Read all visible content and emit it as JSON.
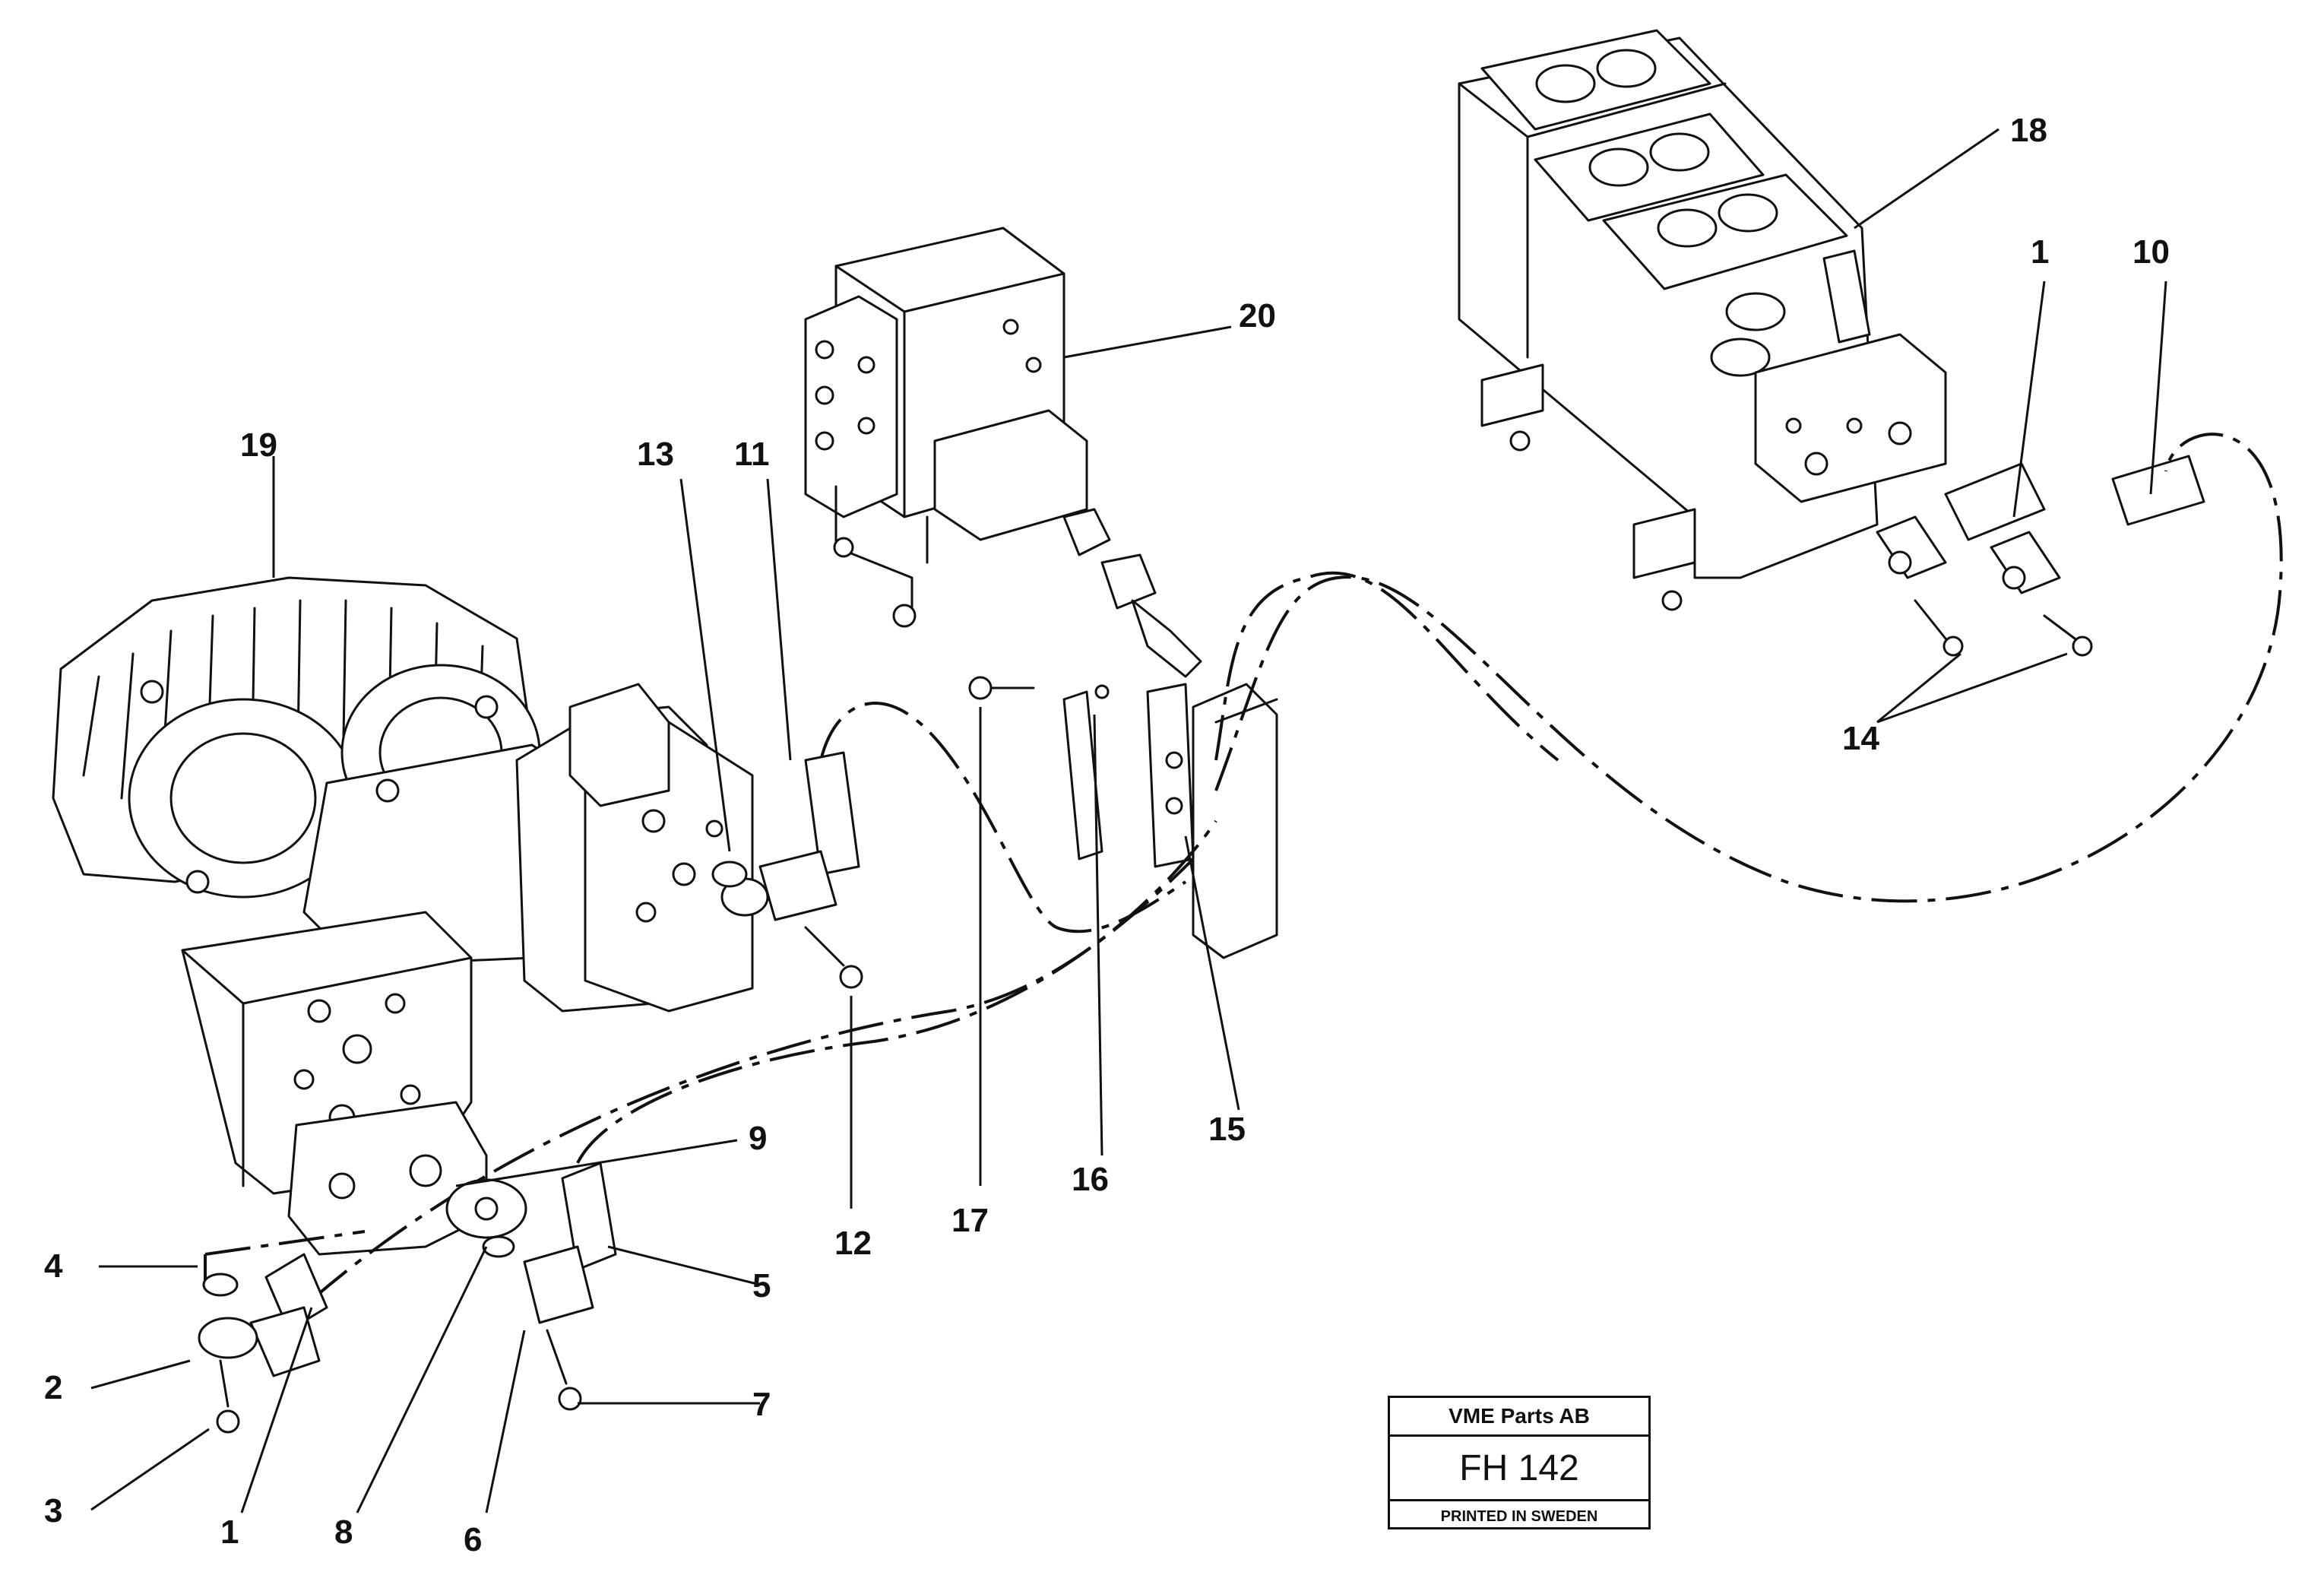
{
  "labels": {
    "l1a": "1",
    "l1b": "1",
    "l2": "2",
    "l3": "3",
    "l4": "4",
    "l5": "5",
    "l6": "6",
    "l7": "7",
    "l8": "8",
    "l9": "9",
    "l10": "10",
    "l11": "11",
    "l12": "12",
    "l13": "13",
    "l14": "14",
    "l15": "15",
    "l16": "16",
    "l17": "17",
    "l18": "18",
    "l19": "19",
    "l20": "20"
  },
  "stamp": {
    "company": "VME Parts AB",
    "code": "FH 142",
    "printed": "PRINTED IN SWEDEN"
  }
}
